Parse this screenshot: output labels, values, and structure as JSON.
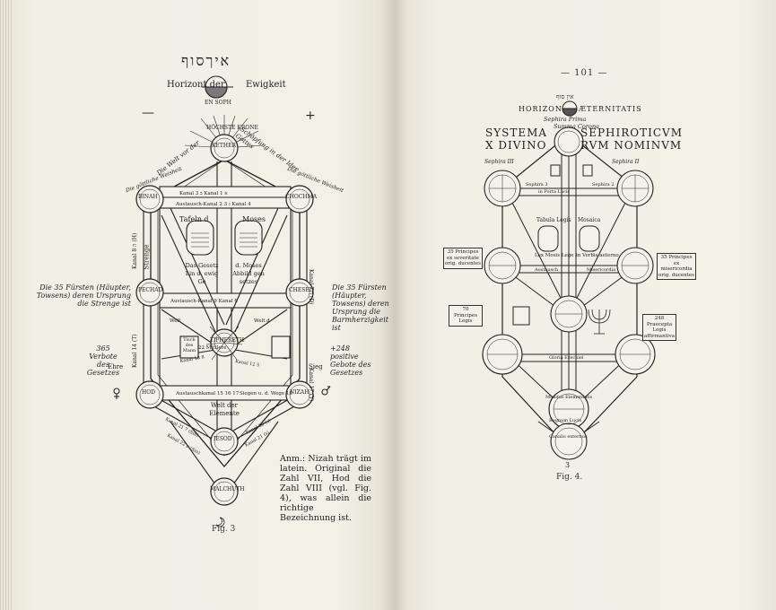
{
  "left_page": {
    "hebrew_title": "איךסוף",
    "horizon_left": "Horizont der",
    "horizon_right": "Ewigkeit",
    "ensoph": "EN SOPH",
    "minus_sign": "—",
    "plus_sign": "+",
    "crown_label": "HÖCHSTE KRONE",
    "arc_left": "Die Welt vor der",
    "arc_right": "Schöpfung in der Idee Gottes",
    "wisdom_left": "Die göttliche Weisheit",
    "wisdom_right": "Die göttliche Weisheit",
    "tablets_label_left": "Tafeln d",
    "tablets_label_right": "Moses",
    "law_text": "Das Gesetz Lin d. ewig Ge",
    "moses_text": "d. Moses Abbild gen setzes",
    "side_left_note": "Die 35 Fürsten (Häupter, Towsens) deren Ursprung die Strenge ist",
    "side_right_note": "Die 35 Fürsten (Häupter, Towsens) deren Ursprung die Barmherzigkeit ist",
    "side_left_365": "365 Verbote des Gesetzes",
    "side_right_248": "+248 positive Gebote des Gesetzes",
    "ehre": "Ehre",
    "sieg": "Sieg",
    "strenge": "Strenge",
    "welt_der_elemente": "Welt der Elemente",
    "tisch": "Tisch des Mann",
    "mittlere": "22 Mittlere",
    "footnote": "Anm.: Nizah trägt im latein. Original die Zahl VII, Hod die Zahl VIII (vgl. Fig. 4), was allein die richtige Bezeichnung ist.",
    "caption": "Fig. 3"
  },
  "right_page": {
    "page_number": "— 101 —",
    "hebrew_top": "אין סוף",
    "horizon": "HORIZON",
    "aeternitatis": "ÆTERNITATIS",
    "sephira_prima": "Sephira Prima",
    "summa_corona": "Summa Corona",
    "title_line1_left": "SYSTEMA",
    "title_line1_right": "SEPHIROTICVM",
    "title_line2_left": "X DIVINO",
    "title_line2_right": "RVM NOMINVM",
    "sephira_iii": "Sephira III",
    "sephira_ii": "Sephira II",
    "tabula_legis": "Tabula Legis",
    "mosaica": "Mosaica",
    "lex_mosis": "Lex Mosis Lege",
    "verbis_aeterno": "in Verbis aeterno",
    "note_left": "35 Principes ex severitate orig. ducentes",
    "note_right": "35 Principes ex misericordia orig. ducentes",
    "note_mid_left": "70 Principes Legis",
    "note_mid_right": "248 Praecepta Legis affirmantiva",
    "bottom_number": "3",
    "caption": "Fig. 4."
  }
}
